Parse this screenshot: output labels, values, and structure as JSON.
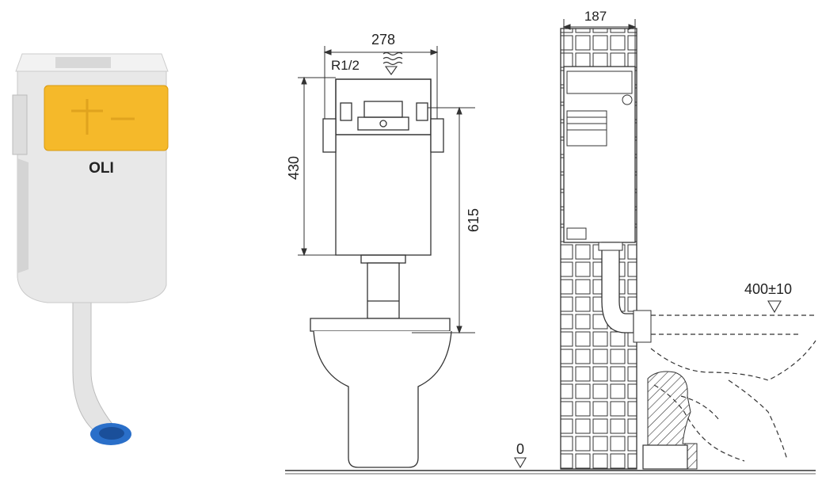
{
  "product": {
    "brand_logo": "OLI"
  },
  "dimensions": {
    "width": "278",
    "depth": "187",
    "tank_height": "430",
    "total_height": "615",
    "seat_height": "400±10",
    "floor_level": "0",
    "connection": "R1/2"
  },
  "colors": {
    "lid": "#f5b92a",
    "body": "#e6e6e6",
    "pipe_ring": "#2a6fc9",
    "line": "#333333"
  }
}
